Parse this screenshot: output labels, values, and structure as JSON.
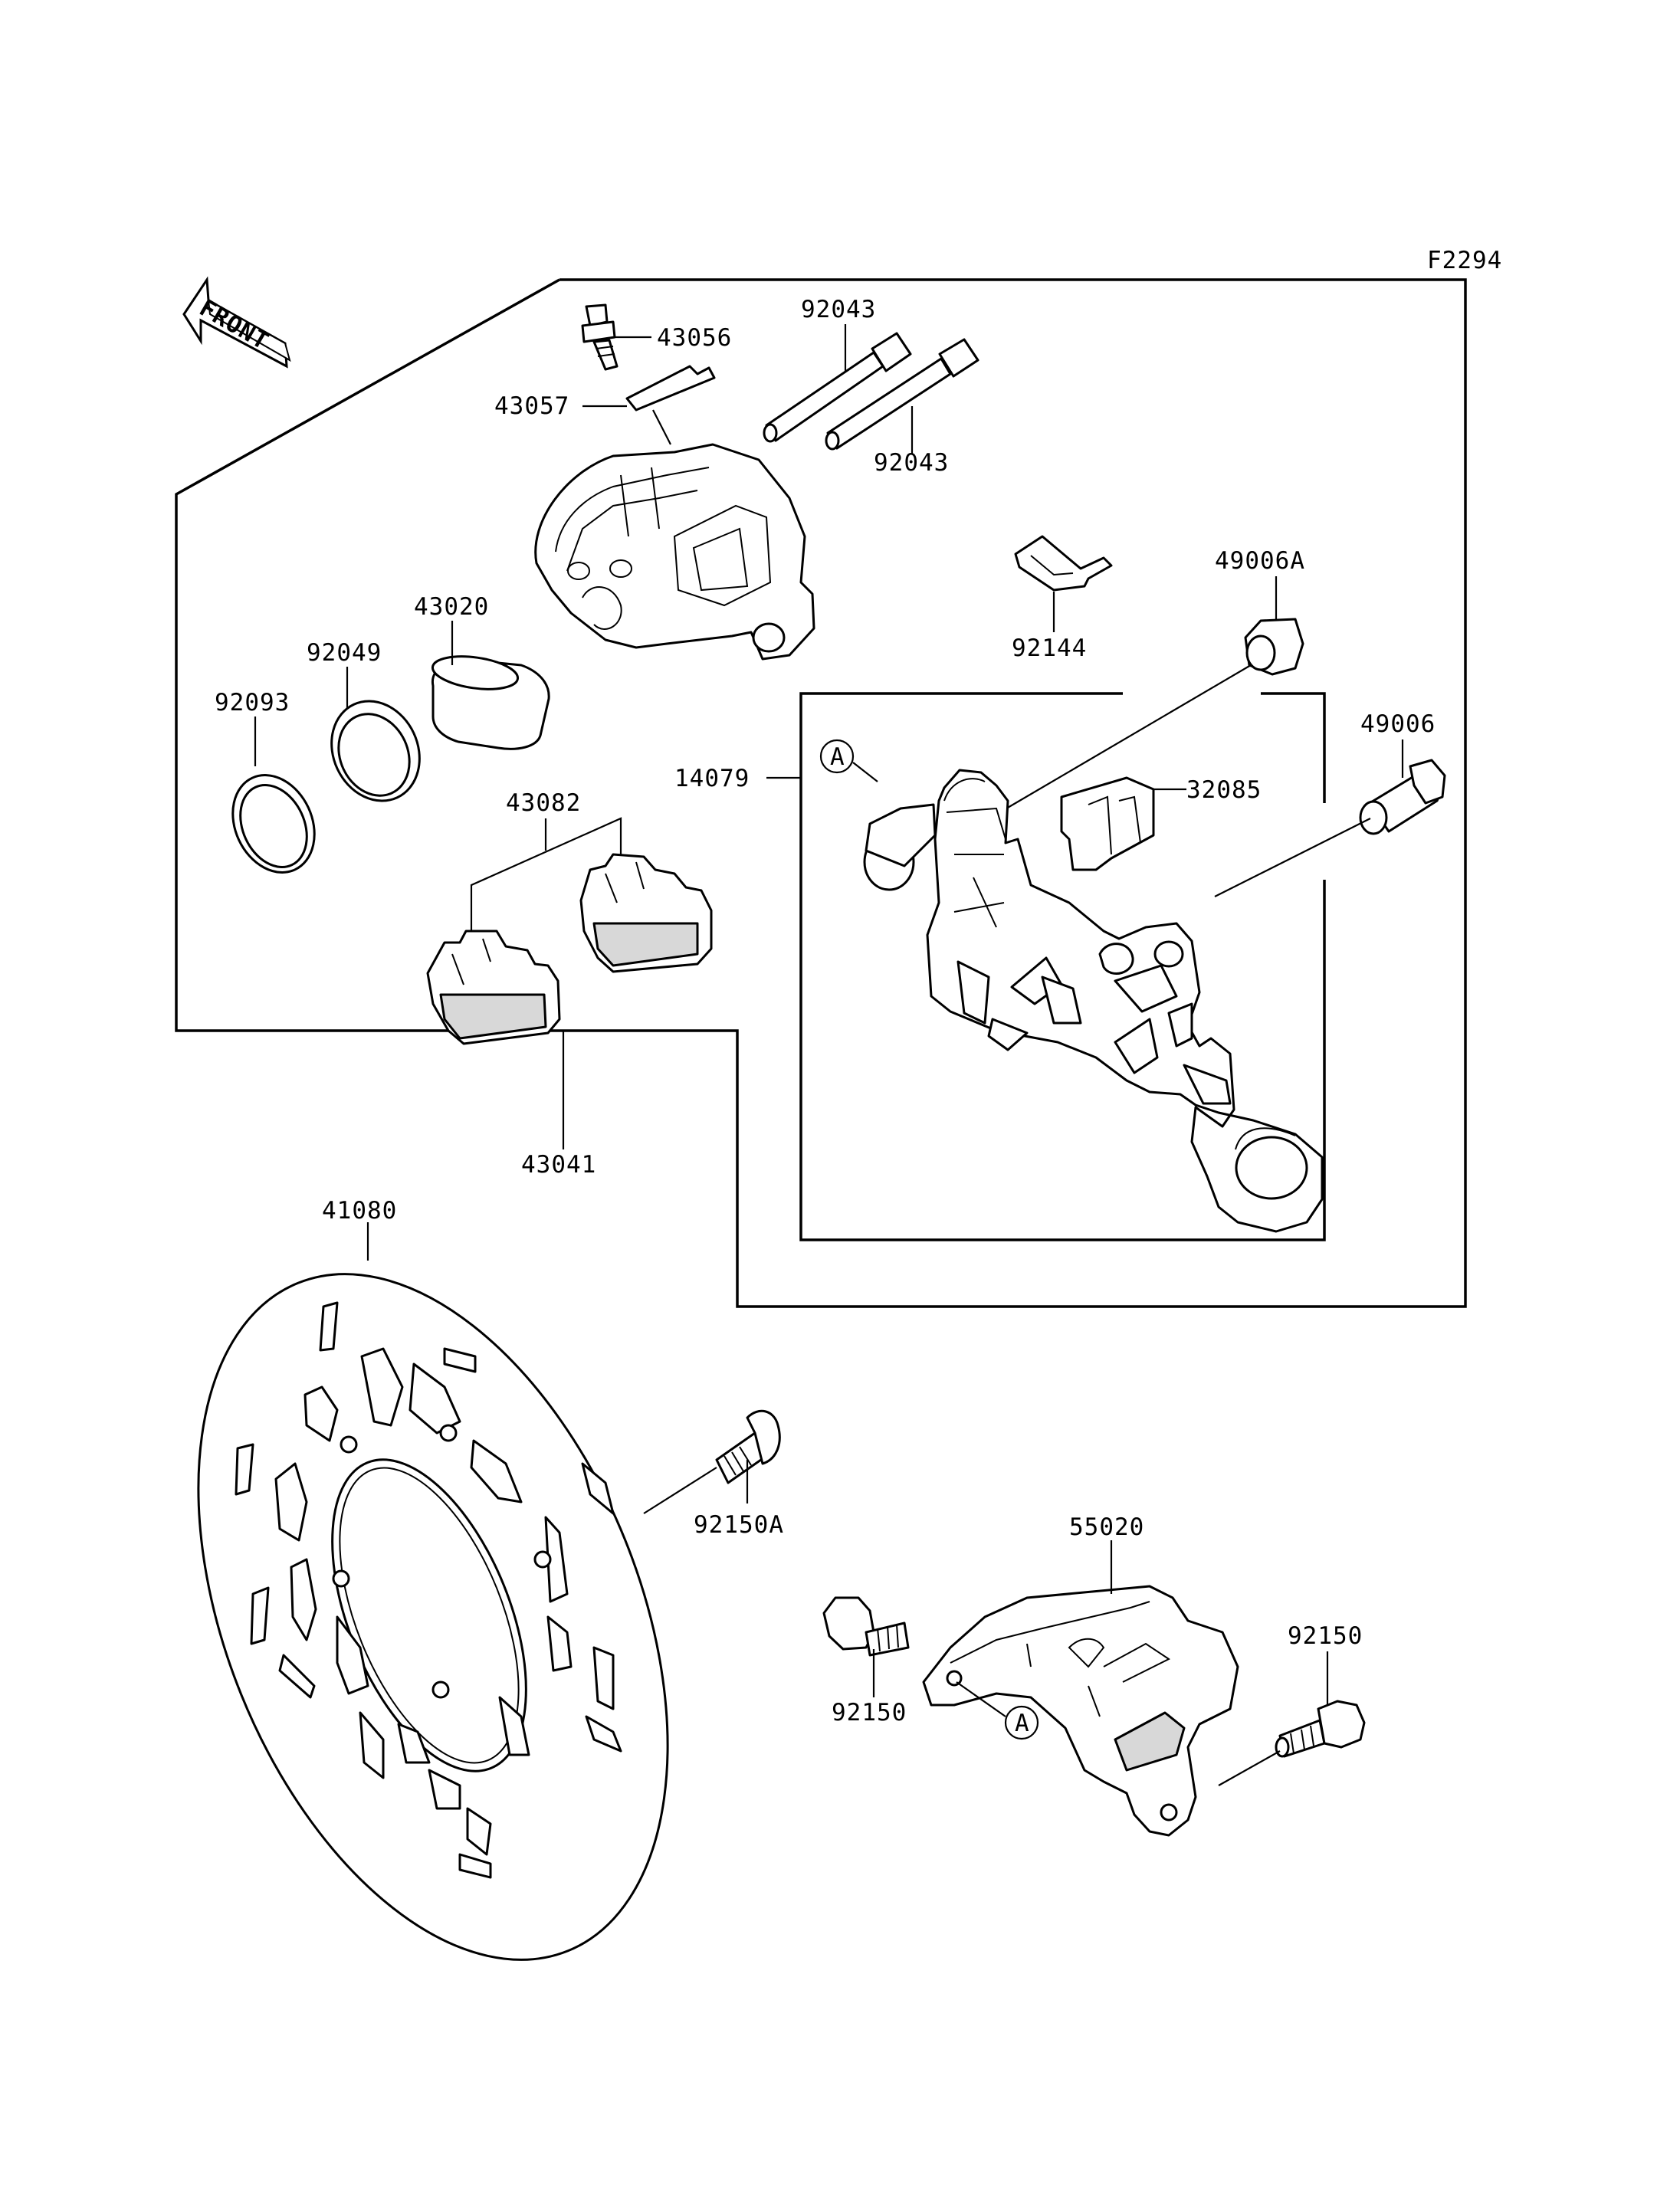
{
  "diagram_code": "F2294",
  "front_label": "FRONT",
  "ref_marker": "A",
  "parts": {
    "p43056": "43056",
    "p43057": "43057",
    "p92043_top": "92043",
    "p92043_bottom": "92043",
    "p43020": "43020",
    "p92049": "92049",
    "p92093": "92093",
    "p92144": "92144",
    "p49006A": "49006A",
    "p14079": "14079",
    "p32085": "32085",
    "p49006": "49006",
    "p43082": "43082",
    "p43041": "43041",
    "p41080": "41080",
    "p92150A": "92150A",
    "p55020": "55020",
    "p92150_left": "92150",
    "p92150_right": "92150"
  }
}
